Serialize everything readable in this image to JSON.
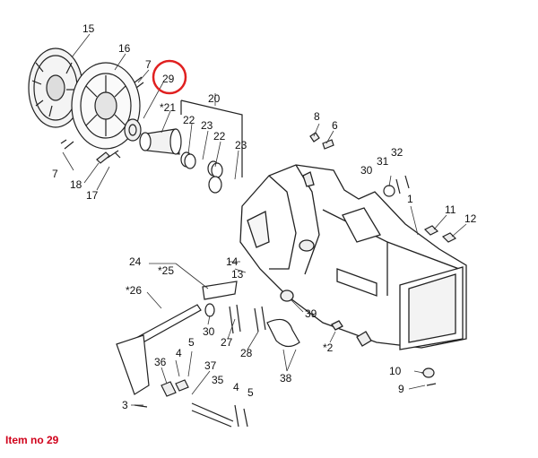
{
  "diagram": {
    "labels": {
      "l1": "1",
      "l2": "*2",
      "l3": "3",
      "l4a": "4",
      "l4b": "4",
      "l5a": "5",
      "l5b": "5",
      "l6": "6",
      "l7a": "7",
      "l7b": "7",
      "l8": "8",
      "l9": "9",
      "l10": "10",
      "l11": "11",
      "l12": "12",
      "l13": "13",
      "l14": "14",
      "l15": "15",
      "l16": "16",
      "l17": "17",
      "l18": "18",
      "l20": "20",
      "l21": "*21",
      "l22a": "22",
      "l22b": "22",
      "l23a": "23",
      "l23b": "23",
      "l24": "24",
      "l25": "*25",
      "l26": "*26",
      "l27": "27",
      "l28": "28",
      "l29": "29",
      "l30a": "30",
      "l30b": "30",
      "l31": "31",
      "l32": "32",
      "l35": "35",
      "l36": "36",
      "l37": "37",
      "l38": "38",
      "l39": "39"
    },
    "highlight_color": "#e02020"
  },
  "caption": "Item no 29"
}
